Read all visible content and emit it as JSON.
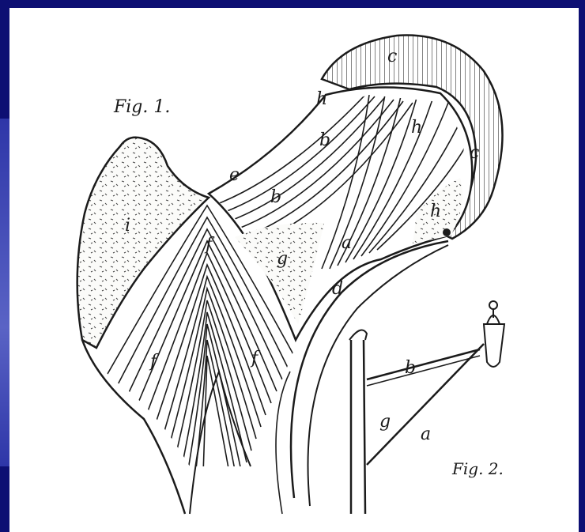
{
  "figure": {
    "fig1_caption": "Fig. 1.",
    "fig2_caption": "Fig. 2.",
    "labels": {
      "c": "c",
      "h": "h",
      "b": "b",
      "e": "e",
      "i": "i",
      "f": "f",
      "g": "g",
      "a": "a",
      "d": "d"
    }
  },
  "colors": {
    "frame": "#0d0f73",
    "ink": "#1b1b1b",
    "paper": "#ffffff"
  }
}
